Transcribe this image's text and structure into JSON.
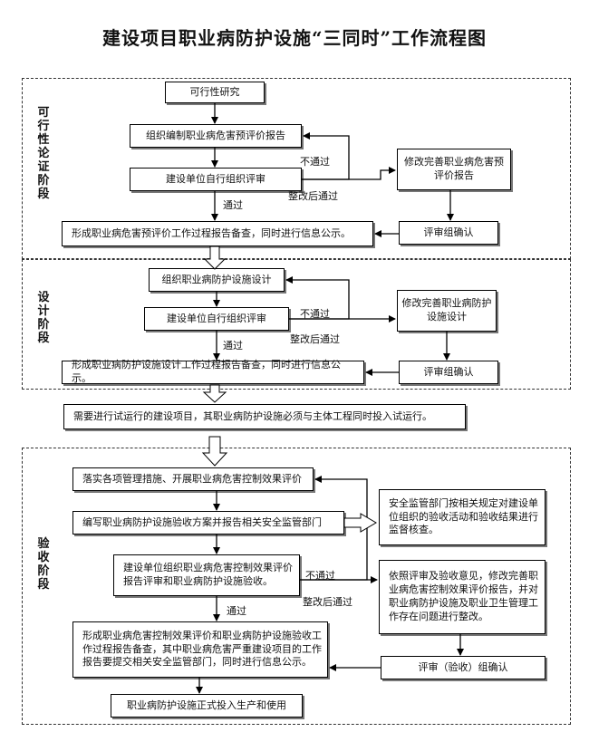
{
  "title": "建设项目职业病防护设施“三同时”工作流程图",
  "stages": {
    "feasibility": {
      "label": "可行性论证阶段",
      "nodes": {
        "study": "可行性研究",
        "compile": "组织编制职业病危害预评价报告",
        "review": "建设单位自行组织评审",
        "revise": "修改完善职业病危害预评价报告",
        "confirm": "评审组确认",
        "record": "形成职业病危害预评价工作过程报告备查，同时进行信息公示。"
      },
      "edges": {
        "fail": "不通过",
        "pass_after_revise": "整改后通过",
        "pass": "通过"
      }
    },
    "design": {
      "label": "设计阶段",
      "nodes": {
        "design": "组织职业病防护设施设计",
        "review": "建设单位自行组织评审",
        "revise": "修改完善职业病防护设施设计",
        "confirm": "评审组确认",
        "record": "形成职业病防护设施设计工作过程报告备查，同时进行信息公示。"
      },
      "edges": {
        "fail": "不通过",
        "pass_after_revise": "整改后通过",
        "pass": "通过"
      }
    },
    "trial": {
      "note": "需要进行试运行的建设项目，其职业病防护设施必须与主体工程同时投入试运行。"
    },
    "acceptance": {
      "label": "验收阶段",
      "nodes": {
        "implement": "落实各项管理措施、开展职业病危害控制效果评价",
        "plan": "编写职业病防护设施验收方案并报告相关安全监管部门",
        "supervise": "安全监管部门按相关规定对建设单位组织的验收活动和验收结果进行监督核查。",
        "review": "建设单位组织职业病危害控制效果评价报告评审和职业病防护设施验收。",
        "revise": "依照评审及验收意见，修改完善职业病危害控制效果评价报告，并对职业病防护设施及职业卫生管理工作存在问题进行整改。",
        "record": "形成职业病危害控制效果评价和职业病防护设施验收工作过程报告备查，其中职业病危害严重建设项目的工作报告要提交相关安全监管部门，同时进行信息公示。",
        "confirm": "评审（验收）组确认",
        "final": "职业病防护设施正式投入生产和使用"
      },
      "edges": {
        "fail": "不通过",
        "pass_after_revise": "整改后通过",
        "pass": "通过"
      }
    }
  }
}
